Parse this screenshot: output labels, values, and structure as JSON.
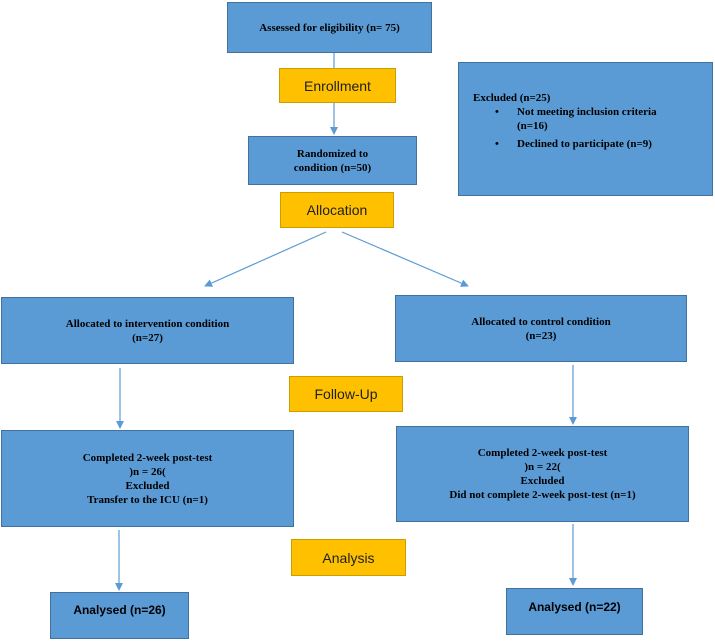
{
  "assessed": {
    "text": "Assessed for eligibility (n= 75)"
  },
  "stages": {
    "enrollment": "Enrollment",
    "allocation": "Allocation",
    "follow_up": "Follow-Up",
    "analysis": "Analysis"
  },
  "randomized": {
    "lines": [
      "Randomized to",
      "condition (n=50)"
    ]
  },
  "excluded": {
    "title": "Excluded (n=25)",
    "items": [
      "Not meeting inclusion criteria",
      "Declined to participate (n=9)"
    ],
    "item0_cont": "(n=16)",
    "bullet": "•"
  },
  "intervention": {
    "lines": [
      "Allocated to intervention condition",
      "(n=27)"
    ]
  },
  "control": {
    "lines": [
      "Allocated to control condition",
      "(n=23)"
    ]
  },
  "intervention_followup": {
    "lines": [
      "Completed 2-week post-test",
      ")n = 26(",
      "Excluded",
      "Transfer to the ICU (n=1)"
    ]
  },
  "control_followup": {
    "lines": [
      "Completed 2-week post-test",
      ")n = 22(",
      "Excluded",
      "Did not complete 2-week post-test (n=1)"
    ]
  },
  "intervention_analysed": {
    "text": "Analysed (n=26)"
  },
  "control_analysed": {
    "text": "Analysed (n=22)"
  },
  "colors": {
    "box": "#5b9bd5",
    "stage": "#ffc000",
    "arrow": "#5b9bd5"
  }
}
